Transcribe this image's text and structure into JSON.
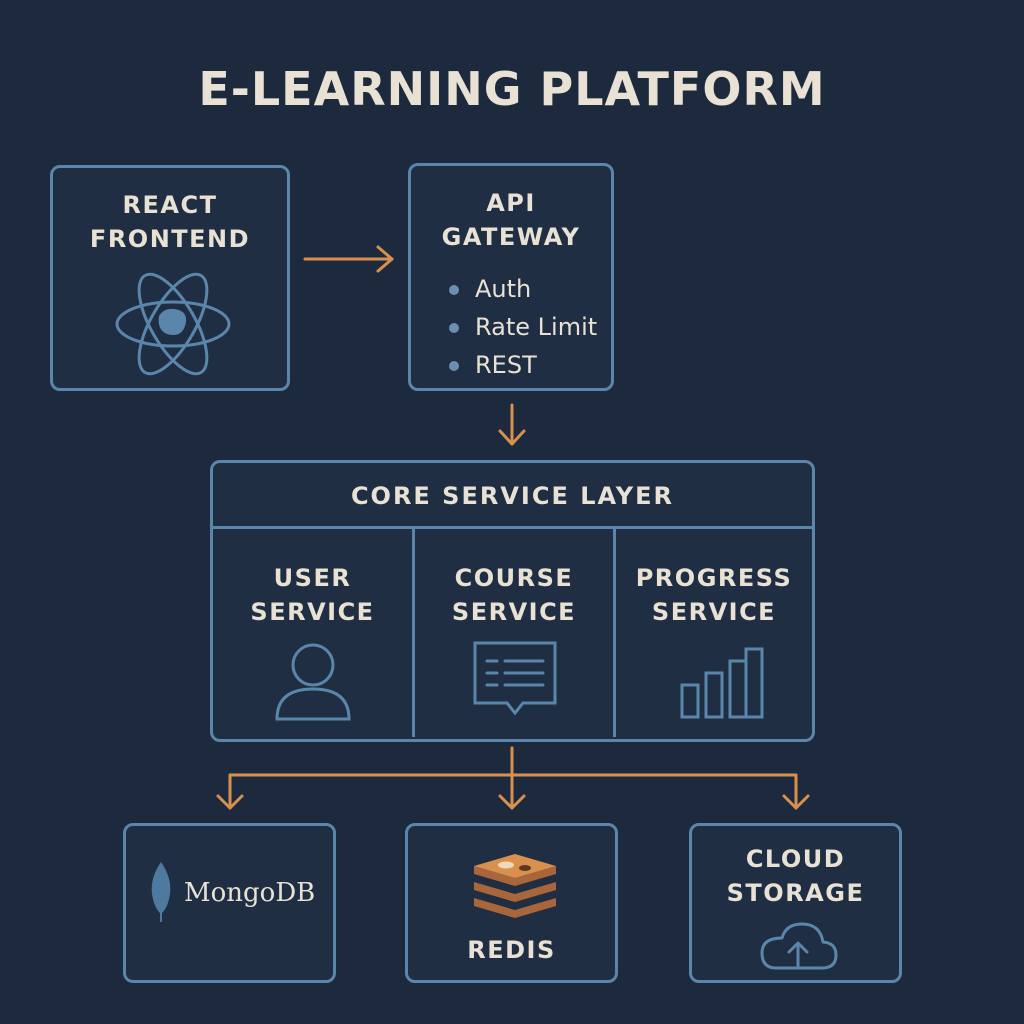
{
  "title": "E-LEARNING PLATFORM",
  "colors": {
    "background": "#1d2a3d",
    "box_border": "#5b86ab",
    "arrow": "#d9904f",
    "text": "#e8e1d4"
  },
  "frontend": {
    "label": "REACT\nFRONTEND",
    "icon": "react-atom-icon"
  },
  "gateway": {
    "label": "API\nGATEWAY",
    "bullets": [
      "Auth",
      "Rate Limit",
      "REST"
    ]
  },
  "core": {
    "label": "CORE SERVICE LAYER",
    "services": [
      {
        "label": "USER\nSERVICE",
        "icon": "user-icon"
      },
      {
        "label": "COURSE\nSERVICE",
        "icon": "document-chat-icon"
      },
      {
        "label": "PROGRESS\nSERVICE",
        "icon": "bar-chart-icon"
      }
    ]
  },
  "storage": [
    {
      "label": "MongoDB",
      "icon": "mongodb-leaf-icon"
    },
    {
      "label": "REDIS",
      "icon": "redis-stack-icon"
    },
    {
      "label": "CLOUD\nSTORAGE",
      "icon": "cloud-upload-icon"
    }
  ]
}
